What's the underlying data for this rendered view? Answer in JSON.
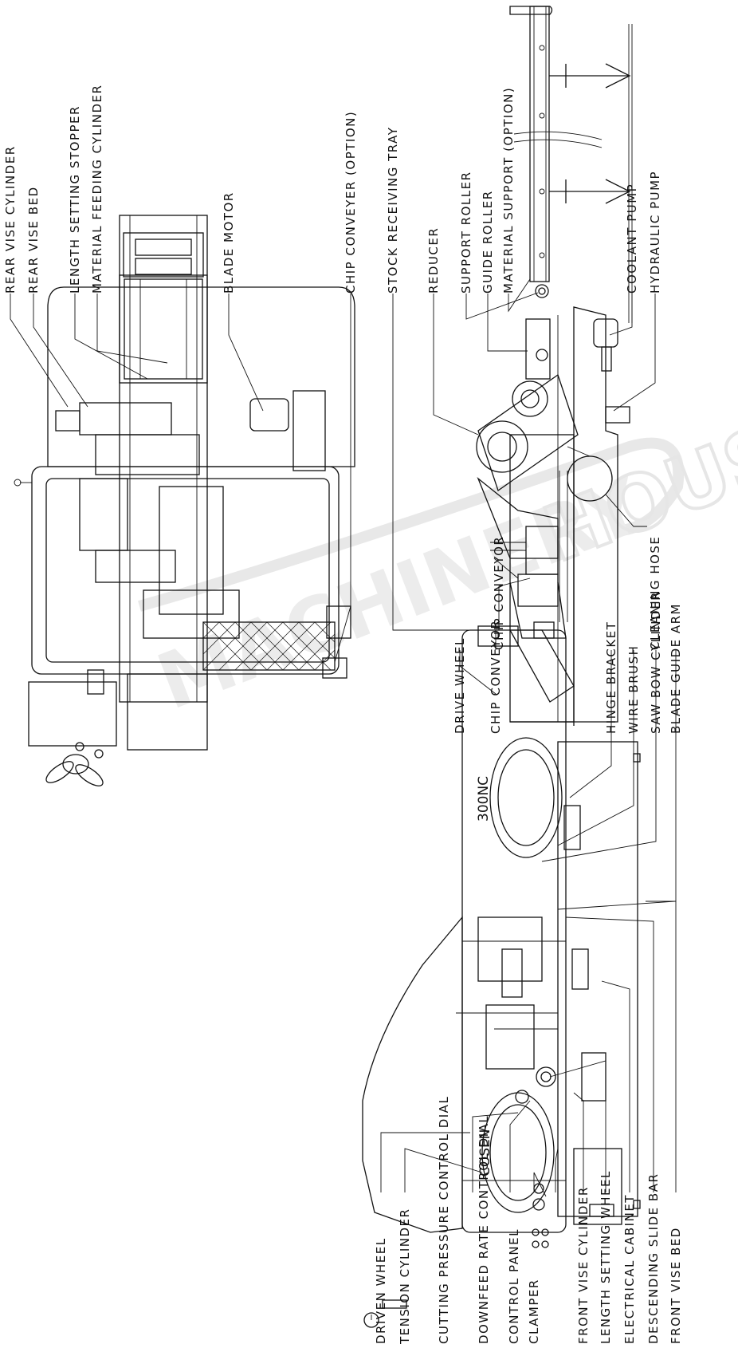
{
  "watermark": {
    "text_left": "MACHINERY",
    "text_right": "HOUSE"
  },
  "brand_marks": {
    "drive": "300NC",
    "driven": "COSEN"
  },
  "views": {
    "top_view": {
      "labels": [
        "REAR VISE CYLINDER",
        "REAR VISE BED",
        "LENGTH SETTING STOPPER",
        "MATERIAL FEEDING CYLINDER",
        "BLADE MOTOR",
        "CHIP CONVEYER (OPTION)"
      ]
    },
    "side_view": {
      "labels": [
        "STOCK RECEIVING TRAY",
        "REDUCER",
        "SUPPORT ROLLER",
        "GUIDE ROLLER",
        "MATERIAL SUPPORT (OPTION)",
        "COOLANT PUMP",
        "HYDRAULIC PUMP",
        "CLEANING HOSE",
        "CHIP CONVEYOR"
      ]
    },
    "front_view": {
      "labels_top": [
        "DRIVE WHEEL",
        "CHIP CONVEYOR",
        "HINGE BRACKET",
        "WIRE BRUSH",
        "SAW BOW CYLINDER",
        "BLADE GUIDE ARM"
      ],
      "labels_bottom": [
        "DRIVEN WHEEL",
        "TENSION CYLINDER",
        "CUTTING PRESSURE CONTROL DIAL",
        "DOWNFEED RATE CONTROL DIAL",
        "CONTROL PANEL",
        "CLAMPER",
        "FRONT VISE CYLINDER",
        "LENGTH SETTING WHEEL",
        "ELECTRICAL CABINET",
        "DESCENDING SLIDE BAR",
        "FRONT VISE BED"
      ]
    }
  }
}
